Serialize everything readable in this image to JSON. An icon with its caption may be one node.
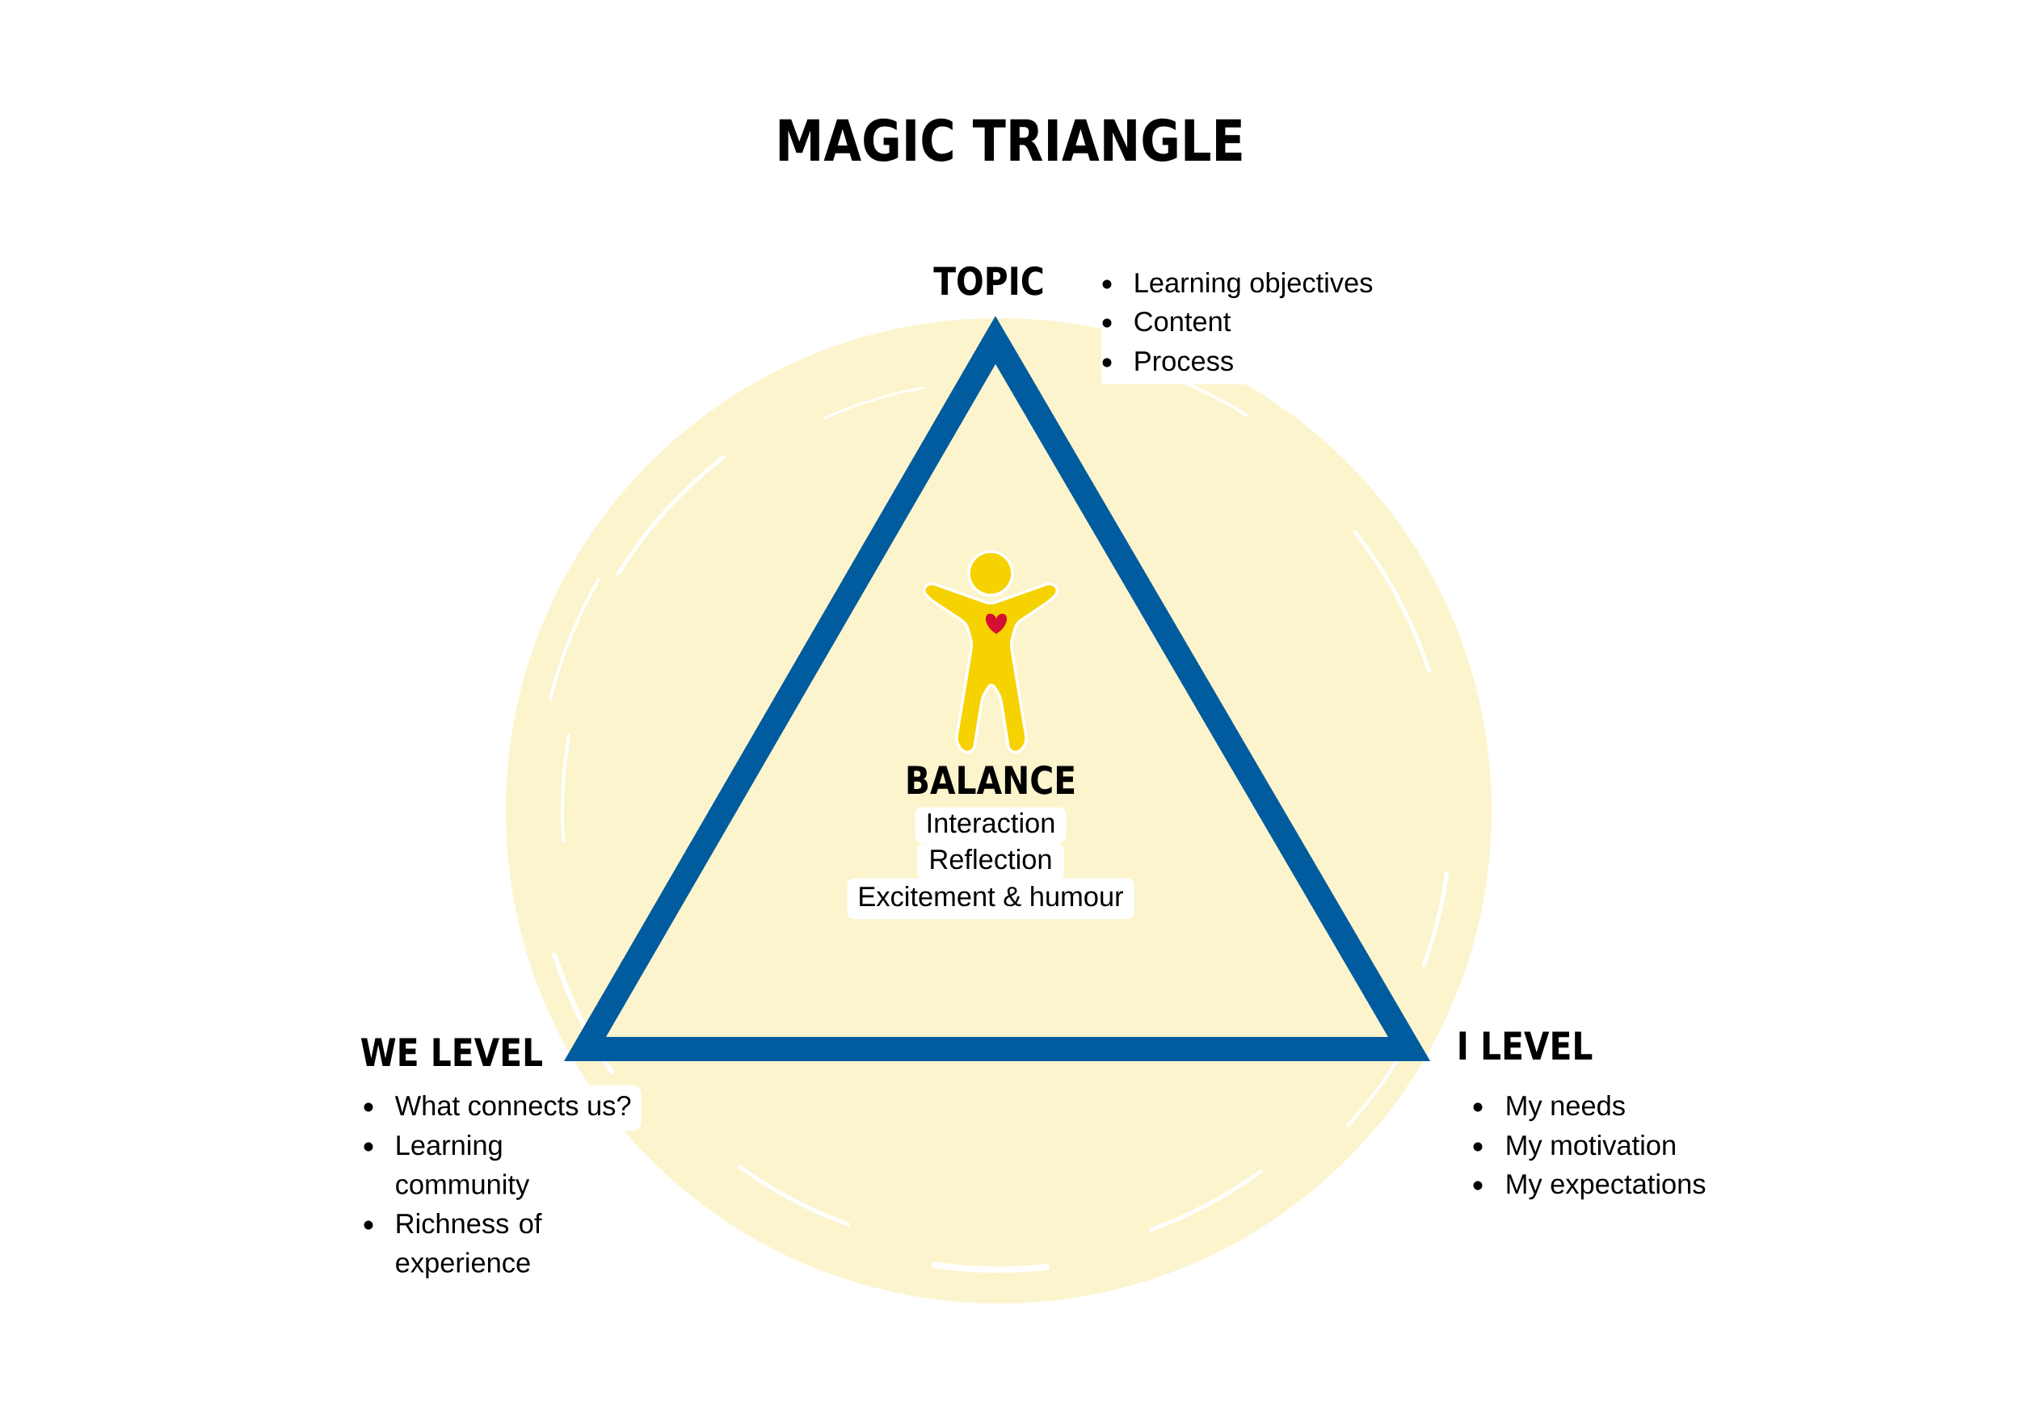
{
  "diagram": {
    "title": "MAGIC TRIANGLE",
    "nodes": [
      {
        "text": [
          "BALANCE",
          "Interaction",
          "Reflection",
          "Excitement & humour"
        ]
      }
    ],
    "labels": [
      "TOPIC",
      "Learning objectives",
      "Content",
      "Process",
      "WE LEVEL",
      "What connects us?",
      "Learning community",
      "Richness of experience",
      "I LEVEL",
      "My needs",
      "My motivation",
      "My expectations"
    ]
  }
}
